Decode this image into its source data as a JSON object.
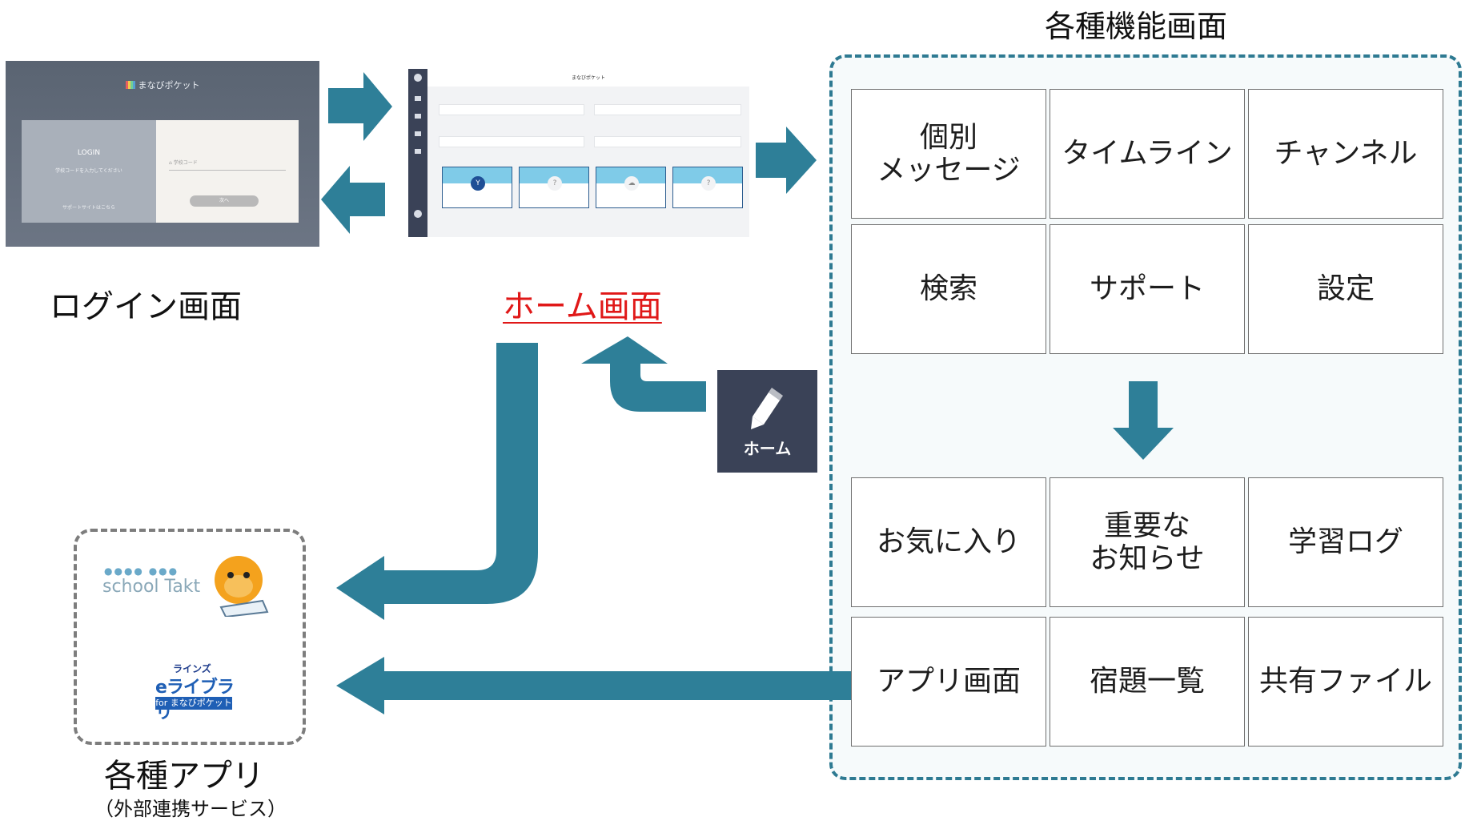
{
  "labels": {
    "login": "ログイン画面",
    "home": "ホーム画面",
    "features": "各種機能画面",
    "apps": "各種アプリ",
    "apps_sub": "（外部連携サービス）"
  },
  "login_screen": {
    "logo": "まなびポケット",
    "title": "LOGIN",
    "prompt": "学校コードを入力してください",
    "support": "サポートサイトはこちら",
    "field_placeholder": "学校コード",
    "next_button": "次へ"
  },
  "home_screen": {
    "title": "まなびポケット"
  },
  "home_tile": {
    "label": "ホーム",
    "icon": "pencil-icon"
  },
  "features": {
    "top_rows": [
      [
        "個別\nメッセージ",
        "タイムライン",
        "チャンネル"
      ],
      [
        "検索",
        "サポート",
        "設定"
      ]
    ],
    "bottom_rows": [
      [
        "お気に入り",
        "重要な\nお知らせ",
        "学習ログ"
      ],
      [
        "アプリ画面",
        "宿題一覧",
        "共有ファイル"
      ]
    ]
  },
  "apps": {
    "takt": "school Takt",
    "library_top": "ラインズ",
    "library_main": "eライブラリ",
    "library_sub": "for まなびポケット"
  },
  "colors": {
    "arrow": "#2e7f98",
    "panel_border": "#2e7a92",
    "home_label": "#e01818",
    "tile": "#3a4257"
  }
}
